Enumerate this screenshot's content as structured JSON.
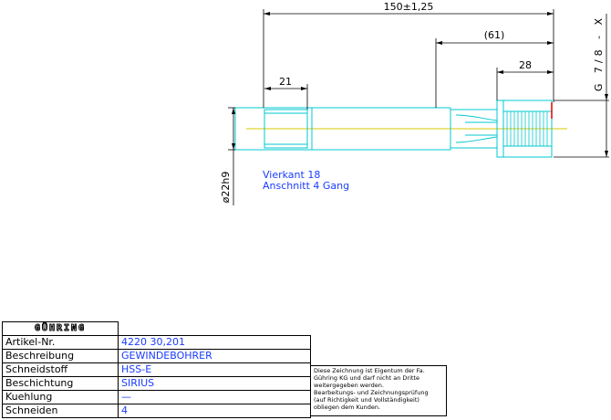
{
  "dimensions": {
    "overall_length": "150±1,25",
    "ref_length": "(61)",
    "thread_length": "28",
    "square_length": "21",
    "shank_diameter": "ø22h9",
    "thread_size": "G 7/8 - X"
  },
  "notes": {
    "line1": "Vierkant 18",
    "line2": "Anschnitt 4 Gang"
  },
  "title_block": {
    "brand": "GÜHRING",
    "rows": [
      {
        "label": "Artikel-Nr.",
        "value": "4220  30,201"
      },
      {
        "label": "Beschreibung",
        "value": "GEWINDEBOHRER"
      },
      {
        "label": "Schneidstoff",
        "value": "HSS-E"
      },
      {
        "label": "Beschichtung",
        "value": "SIRIUS"
      },
      {
        "label": "Kuehlung",
        "value": "—"
      },
      {
        "label": "Schneiden",
        "value": "4"
      }
    ]
  },
  "legal_note": "Diese Zeichnung ist Eigentum der Fa.\nGühring KG und darf nicht an Dritte\nweitergegeben werden.\nBearbeitungs- und Zeichnungsprüfung\n(auf Richtigkeit und Vollständigkeit)\nobliegen dem Kunden.",
  "colors": {
    "outline": "#00c8d0",
    "dimension": "#000000",
    "centerline": "#d8c800",
    "note": "#1a3cff",
    "cut_mark": "#e00000"
  }
}
